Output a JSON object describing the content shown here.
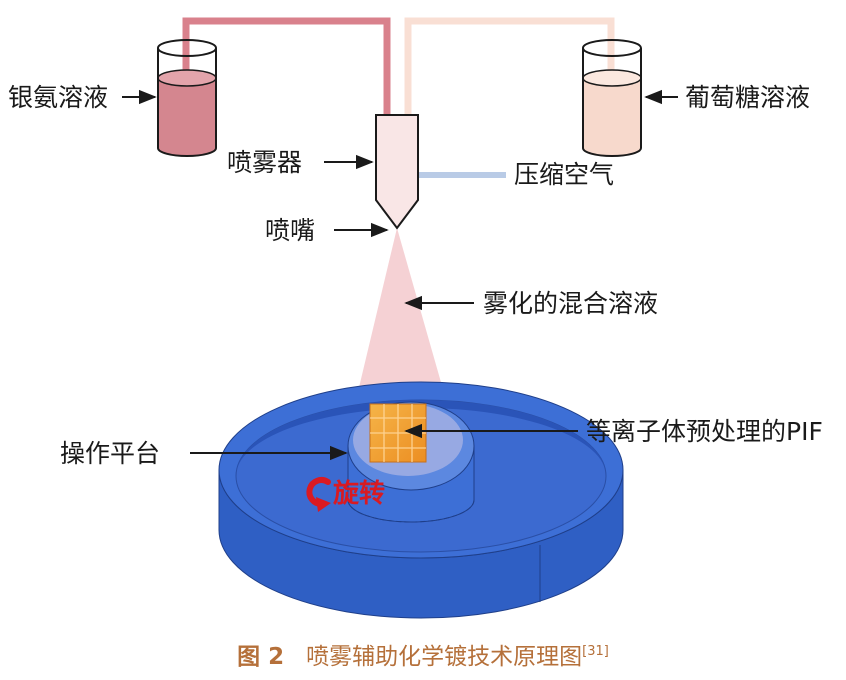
{
  "labels": {
    "silver_ammonia": "银氨溶液",
    "glucose": "葡萄糖溶液",
    "atomizer": "喷雾器",
    "compressed_air": "压缩空气",
    "nozzle": "喷嘴",
    "mixed_spray": "雾化的混合溶液",
    "platform": "操作平台",
    "pif": "等离子体预处理的PIF",
    "rotation": "旋转"
  },
  "caption": {
    "number": "图 2",
    "title": "喷雾辅助化学镀技术原理图",
    "ref": "[31]"
  },
  "colors": {
    "silver_solution": "#d4868f",
    "glucose_solution": "#f7d9cc",
    "silver_tube": "#d9818c",
    "glucose_tube": "#f9dfd4",
    "air_tube": "#b9cbe6",
    "spray_cone": "#f3c9cc",
    "dish_blue": "#3d6fd6",
    "pif": "#f0a030",
    "rotation_red": "#d91a22",
    "caption": "#b5703a"
  }
}
